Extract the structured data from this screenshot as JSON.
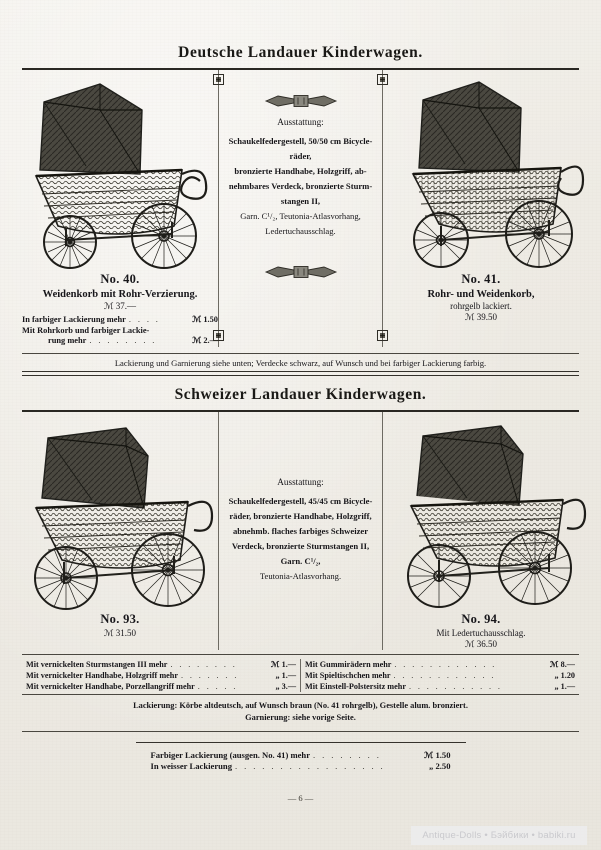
{
  "page": {
    "number_marker": "— 6 —",
    "watermark": "Antique-Dolls • Бэйбики • babiki.ru"
  },
  "sections": [
    {
      "title": "Deutsche Landauer Kinderwagen.",
      "equipment": {
        "heading": "Ausstattung:",
        "lines": [
          "Schaukelfedergestell, 50/50 cm Bicycle-",
          "räder,",
          "bronzierte Handhabe, Holzgriff, ab-",
          "nehmbares Verdeck, bronzierte Sturm-",
          "stangen II,",
          "Garn. C¹/₂, Teutonia-Atlasvorhang,",
          "Ledertuchausschlag."
        ]
      },
      "left": {
        "no": "No. 40.",
        "desc": "Weidenkorb mit Rohr-Verzierung.",
        "price": "ℳ 37.—",
        "options": [
          {
            "text": "In farbiger Lackierung mehr",
            "amount": "ℳ 1.50"
          },
          {
            "text": "Mit Rohrkorb und farbiger Lackie-",
            "amount": ""
          },
          {
            "text": "rung mehr",
            "amount": "ℳ 2.—"
          }
        ]
      },
      "right": {
        "no": "No. 41.",
        "desc": "Rohr- und Weidenkorb,",
        "sub": "rohrgelb lackiert.",
        "price": "ℳ 39.50"
      },
      "footnote": "Lackierung und Garnierung siehe unten; Verdecke schwarz, auf Wunsch und bei farbiger Lackierung farbig."
    },
    {
      "title": "Schweizer Landauer Kinderwagen.",
      "equipment": {
        "heading": "Ausstattung:",
        "lines": [
          "Schaukelfedergestell, 45/45 cm Bicycle-",
          "räder, bronzierte Handhabe, Holzgriff,",
          "abnehmb. flaches farbiges Schweizer",
          "Verdeck, bronzierte Sturmstangen II,",
          "Garn. C¹/₂,",
          "Teutonia-Atlasvorhang."
        ]
      },
      "left": {
        "no": "No. 93.",
        "price": "ℳ 31.50"
      },
      "right": {
        "no": "No. 94.",
        "desc": "Mit Ledertuchausschlag.",
        "price": "ℳ 36.50"
      }
    }
  ],
  "extras": {
    "left_column": [
      {
        "text": "Mit vernickelten Sturmstangen III mehr",
        "amount": "ℳ 1.—"
      },
      {
        "text": "Mit vernickelter Handhabe, Holzgriff mehr",
        "amount": "„ 1.—"
      },
      {
        "text": "Mit vernickelter Handhabe, Porzellangriff mehr",
        "amount": "„ 3.—"
      }
    ],
    "right_column": [
      {
        "text": "Mit Gummirädern mehr",
        "amount": "ℳ 8.—"
      },
      {
        "text": "Mit Spieltischchen mehr",
        "amount": "„ 1.20"
      },
      {
        "text": "Mit Einstell-Polstersitz mehr",
        "amount": "„ 1.—"
      }
    ]
  },
  "lackierung_note": {
    "line1": "Lackierung: Körbe altdeutsch, auf Wunsch braun (No. 41 rohrgelb), Gestelle alum. bronziert.",
    "line2": "Garnierung: siehe vorige Seite."
  },
  "bottom_box": [
    {
      "text": "Farbiger Lackierung (ausgen. No. 41) mehr",
      "amount": "ℳ 1.50"
    },
    {
      "text": "In weisser Lackierung",
      "amount": "„ 2.50"
    }
  ]
}
